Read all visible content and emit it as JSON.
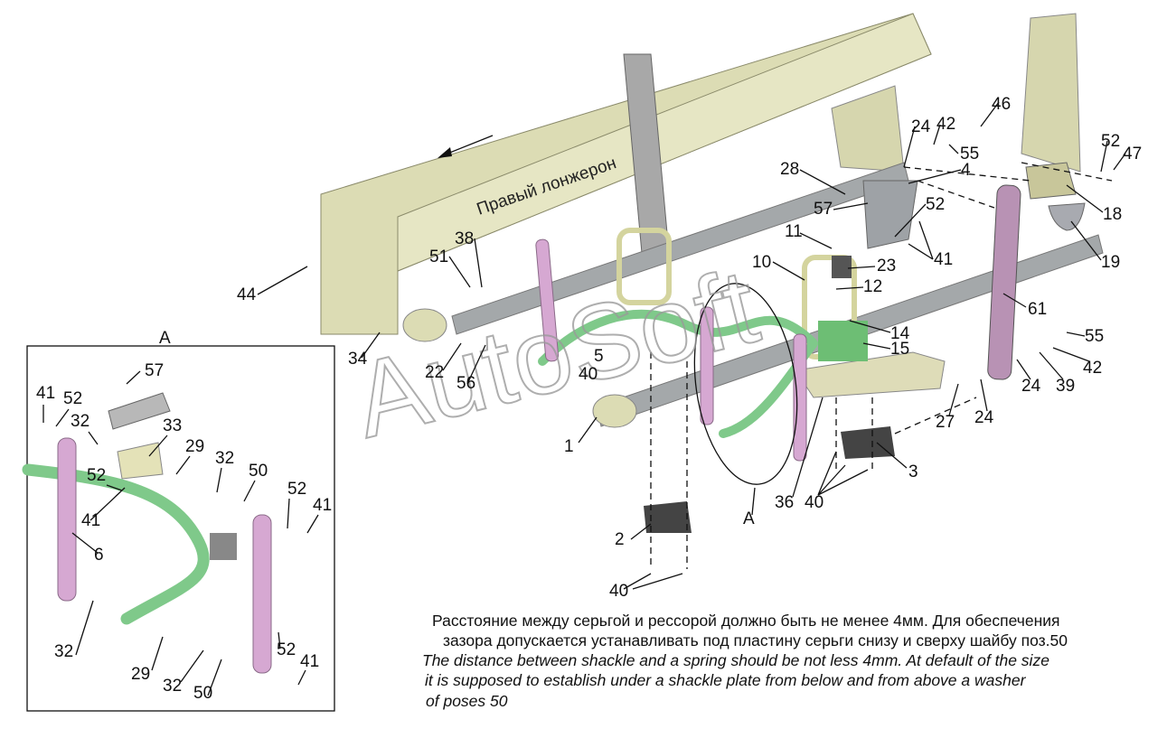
{
  "rail_label": "Правый лонжерон",
  "watermark": "AutoSoft",
  "detail_view_label": "A",
  "callouts_main": [
    "44",
    "51",
    "38",
    "34",
    "22",
    "56",
    "5",
    "40",
    "1",
    "A",
    "2",
    "40",
    "36",
    "40",
    "3",
    "27",
    "24",
    "24",
    "39",
    "42",
    "55",
    "61",
    "14",
    "15",
    "12",
    "23",
    "10",
    "11",
    "41",
    "52",
    "57",
    "28",
    "4",
    "24",
    "42",
    "55",
    "46",
    "52",
    "47",
    "18",
    "19"
  ],
  "callouts_inset": [
    "57",
    "41",
    "52",
    "32",
    "33",
    "29",
    "52",
    "32",
    "50",
    "41",
    "6",
    "52",
    "41",
    "32",
    "29",
    "32",
    "50",
    "52",
    "41"
  ],
  "note_ru": [
    "Расстояние между серьгой и рессорой должно быть не менее 4мм. Для обеспечения",
    "зазора допускается устанавливать под пластину серьги снизу и сверху шайбу поз.50"
  ],
  "note_en": [
    "The distance between shackle and a spring should be not less 4mm. At default of the size",
    "it is supposed to establish under a shackle plate from below and from above a washer",
    "of poses 50"
  ]
}
